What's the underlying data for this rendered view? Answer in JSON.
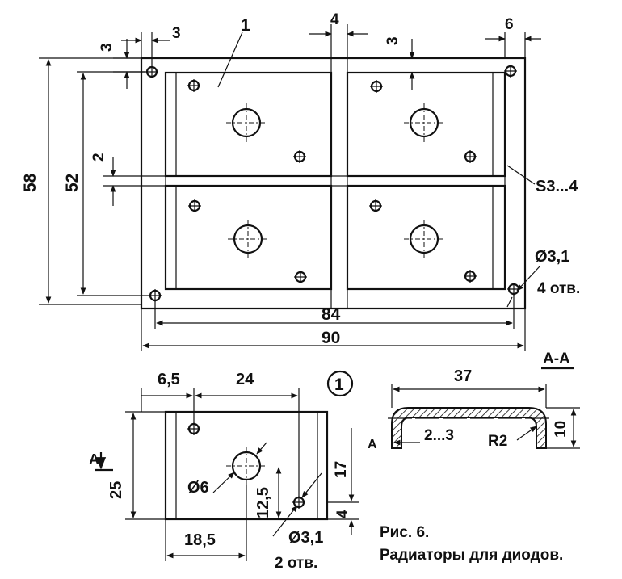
{
  "top_view": {
    "dims": {
      "margin_left": "3",
      "margin_top": "3",
      "gap_vertical": "4",
      "hole_offset_top": "3",
      "right_margin": "6",
      "overall_height": "58",
      "hole_spacing_height": "52",
      "gap_horizontal": "2",
      "hole_spacing_width": "84",
      "overall_width": "90"
    },
    "part_label": "1",
    "thickness": "S3...4",
    "mount_hole": {
      "diameter": "Ø3,1",
      "count": "4 отв."
    }
  },
  "detail_view": {
    "number": "1",
    "dims": {
      "offset_left": "6,5",
      "hole_spacing": "24",
      "height": "25",
      "center_height": "12,5",
      "hole_height": "17",
      "bottom_offset": "4",
      "center_x": "18,5"
    },
    "section_marker": "A",
    "center_hole": "Ø6",
    "small_hole": {
      "diameter": "Ø3,1",
      "count": "2 отв."
    }
  },
  "section_view": {
    "title": "A-A",
    "width": "37",
    "height": "10",
    "thickness": "2...3",
    "radius": "R2",
    "marker": "A"
  },
  "caption": {
    "figure": "Рис. 6.",
    "text": "Радиаторы для диодов."
  }
}
